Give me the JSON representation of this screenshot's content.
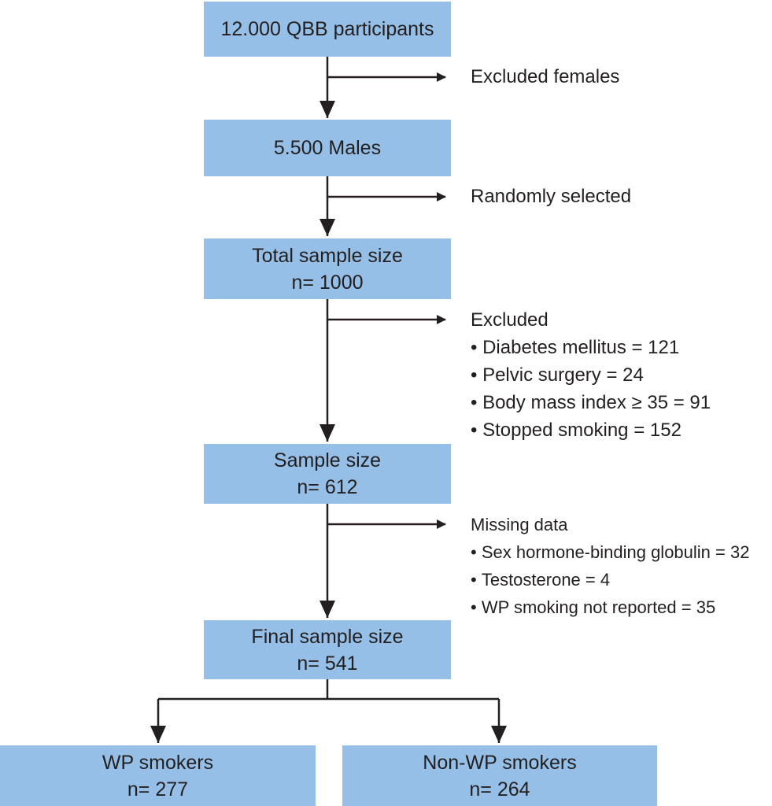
{
  "flowchart": {
    "box_participants": {
      "line1": "12.000 QBB participants"
    },
    "box_males": {
      "line1": "5.500 Males"
    },
    "box_total": {
      "line1": "Total sample size",
      "line2": "n= 1000"
    },
    "box_sample": {
      "line1": "Sample size",
      "line2": "n= 612"
    },
    "box_final": {
      "line1": "Final sample size",
      "line2": "n= 541"
    },
    "box_wp": {
      "line1": "WP smokers",
      "line2": "n= 277"
    },
    "box_nonwp": {
      "line1": "Non-WP smokers",
      "line2": "n= 264"
    },
    "note_females": "Excluded females",
    "note_random": "Randomly selected",
    "note_excluded": {
      "title": "Excluded",
      "items": [
        "Diabetes mellitus = 121",
        "Pelvic surgery = 24",
        "Body mass index ≥ 35 = 91",
        "Stopped smoking = 152"
      ]
    },
    "note_missing": {
      "title": "Missing data",
      "items": [
        "Sex hormone-binding globulin = 32",
        "Testosterone = 4",
        "WP smoking not reported = 35"
      ]
    },
    "colors": {
      "box_fill": "#95bfe6",
      "line": "#231f20"
    }
  }
}
